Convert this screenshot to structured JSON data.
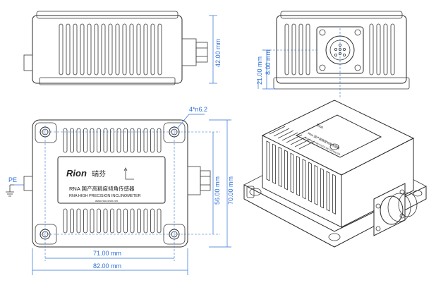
{
  "dimensions": {
    "height_top": "42.00 mm",
    "offset_connector": "21.00 mm",
    "connector_height": "8.00 mm",
    "hole_spec": "4*n6.2",
    "hole_pitch_y": "56.00 mm",
    "body_y": "70.00 mm",
    "hole_pitch_x": "71.00 mm",
    "body_x": "82.00 mm"
  },
  "ground_label": "PE",
  "label_plate": {
    "brand": "Rion",
    "brand_cn": "瑞芬",
    "model_line": "RNA 国产高精度倾角传感器",
    "subtitle": "RNA HIGH PRECISION INCLINOMETER",
    "website": "www.rion-tech.net"
  },
  "colors": {
    "dimension": "#2d6fd6",
    "outline": "#2a2a2a"
  }
}
